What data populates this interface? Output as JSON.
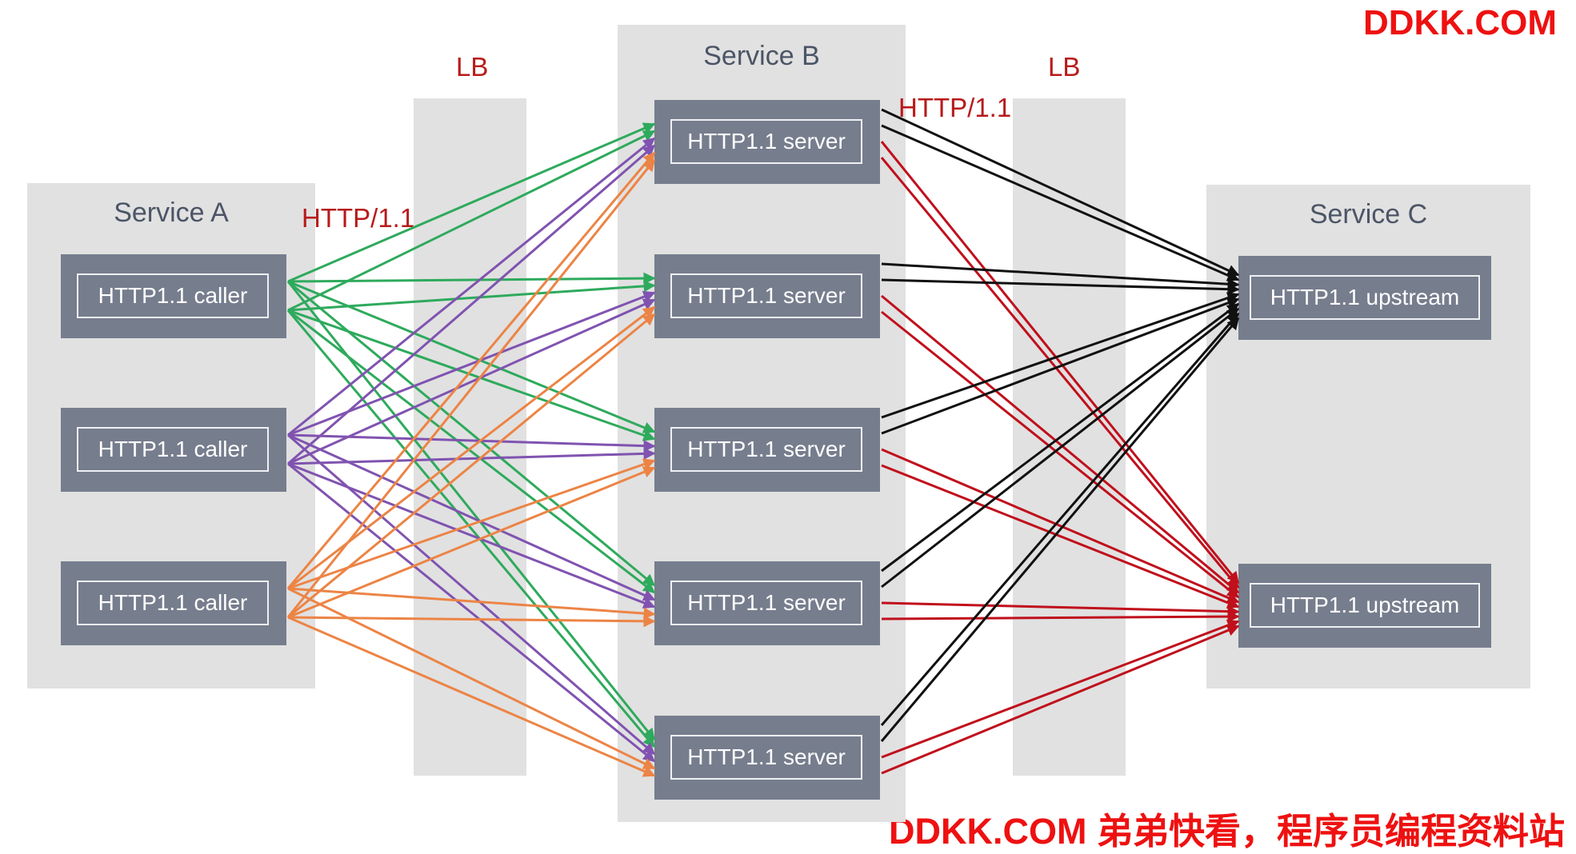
{
  "watermark_top": "DDKK.COM",
  "watermark_bottom": "DDKK.COM 弟弟快看，程序员编程资料站",
  "lb_label": "LB",
  "protocol_label": "HTTP/1.1",
  "service_a": {
    "title": "Service A",
    "nodes": [
      "HTTP1.1 caller",
      "HTTP1.1 caller",
      "HTTP1.1 caller"
    ]
  },
  "service_b": {
    "title": "Service B",
    "nodes": [
      "HTTP1.1 server",
      "HTTP1.1 server",
      "HTTP1.1 server",
      "HTTP1.1 server",
      "HTTP1.1 server"
    ]
  },
  "service_c": {
    "title": "Service C",
    "nodes": [
      "HTTP1.1 upstream",
      "HTTP1.1 upstream"
    ]
  },
  "colors": {
    "caller_1": "#2eaa5c",
    "caller_2": "#8053b0",
    "caller_3": "#ec8445",
    "to_upstream_1": "#111111",
    "to_upstream_2": "#c0101c"
  }
}
